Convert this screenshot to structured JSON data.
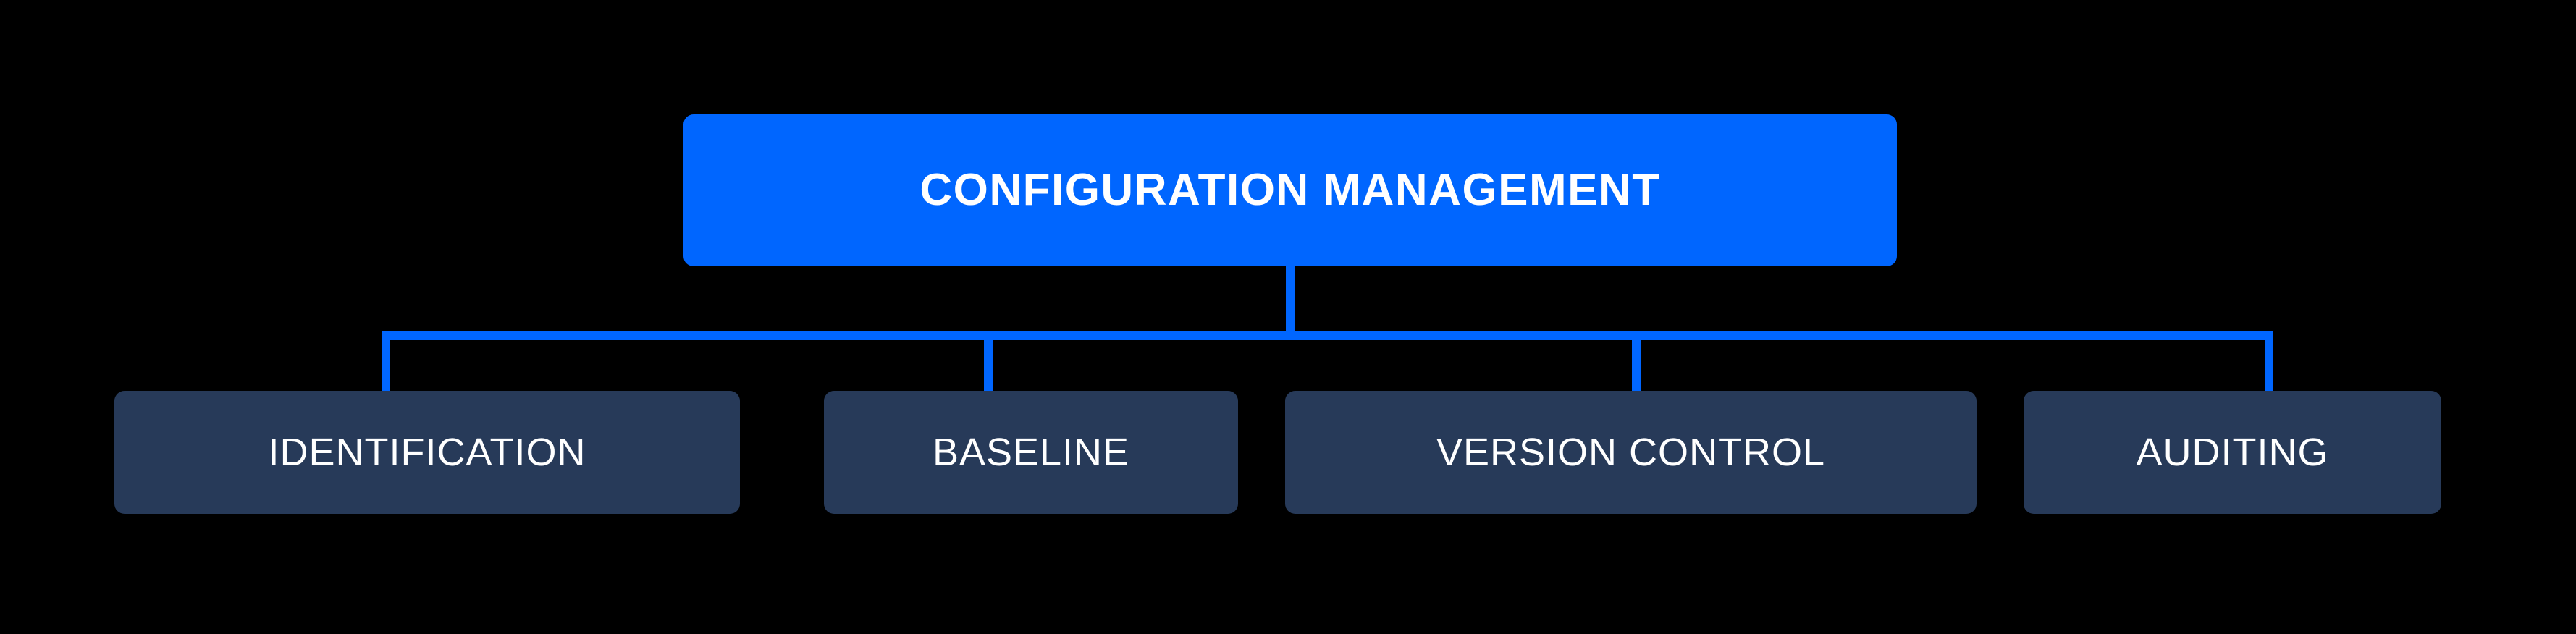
{
  "diagram": {
    "title": "CONFIGURATION MANAGEMENT",
    "background_color": "#000000",
    "root": {
      "label": "CONFIGURATION MANAGEMENT",
      "fill_color": "#0066ff",
      "text_color": "#ffffff"
    },
    "connector": {
      "color": "#0066ff"
    },
    "children": [
      {
        "label": "IDENTIFICATION",
        "fill_color": "#273a59",
        "text_color": "#ffffff"
      },
      {
        "label": "BASELINE",
        "fill_color": "#273a59",
        "text_color": "#ffffff"
      },
      {
        "label": "VERSION CONTROL",
        "fill_color": "#273a59",
        "text_color": "#ffffff"
      },
      {
        "label": "AUDITING",
        "fill_color": "#273a59",
        "text_color": "#ffffff"
      }
    ]
  }
}
